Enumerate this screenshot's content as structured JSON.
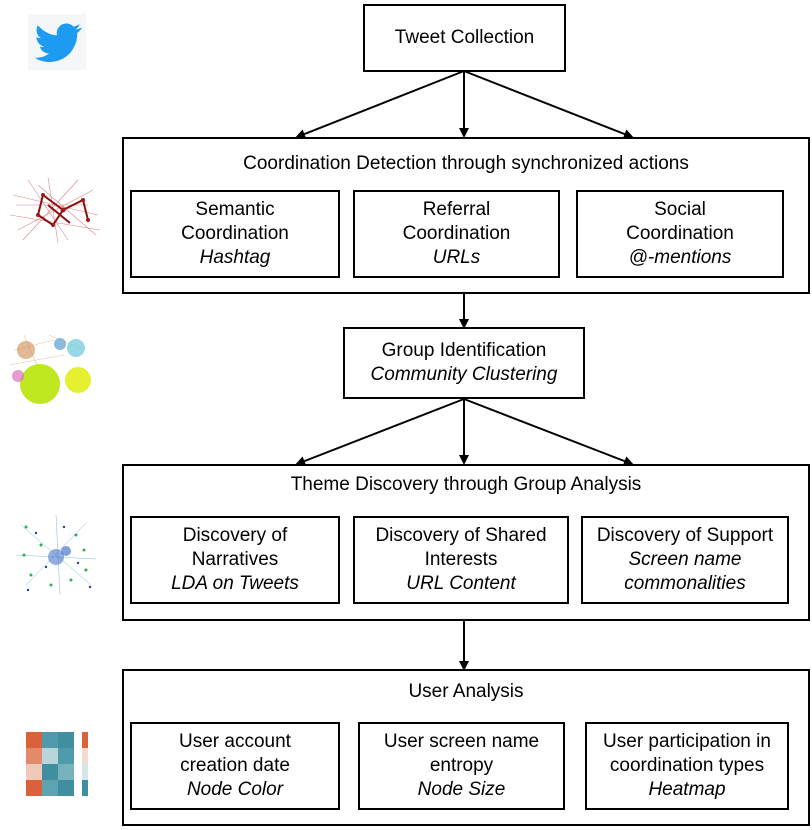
{
  "tweet_collection": {
    "label": "Tweet Collection"
  },
  "coordination": {
    "title": "Coordination Detection through synchronized actions",
    "boxes": [
      {
        "line1": "Semantic",
        "line2": "Coordination",
        "method": "Hashtag"
      },
      {
        "line1": "Referral",
        "line2": "Coordination",
        "method": "URLs"
      },
      {
        "line1": "Social",
        "line2": "Coordination",
        "method": "@-mentions"
      }
    ]
  },
  "group": {
    "line1": "Group Identification",
    "method": "Community Clustering"
  },
  "theme": {
    "title": "Theme Discovery through Group Analysis",
    "boxes": [
      {
        "line1": "Discovery of",
        "line2": "Narratives",
        "method": "LDA on Tweets"
      },
      {
        "line1": "Discovery of Shared",
        "line2": "Interests",
        "method": "URL Content"
      },
      {
        "line1": "Discovery of Support",
        "line2": "Screen name",
        "method": "commonalities"
      }
    ]
  },
  "user": {
    "title": "User Analysis",
    "boxes": [
      {
        "line1": "User account",
        "line2": "creation date",
        "method": "Node Color"
      },
      {
        "line1": "User screen name",
        "line2": "entropy",
        "method": "Node Size"
      },
      {
        "line1": "User participation in",
        "line2": "coordination types",
        "method": "Heatmap"
      }
    ]
  },
  "colors": {
    "twitter": "#1d9bf0",
    "network_red": "#a01818",
    "cluster_lime": "#bfe820",
    "heat_orange": "#d9623b",
    "heat_teal": "#3f8fa0"
  }
}
